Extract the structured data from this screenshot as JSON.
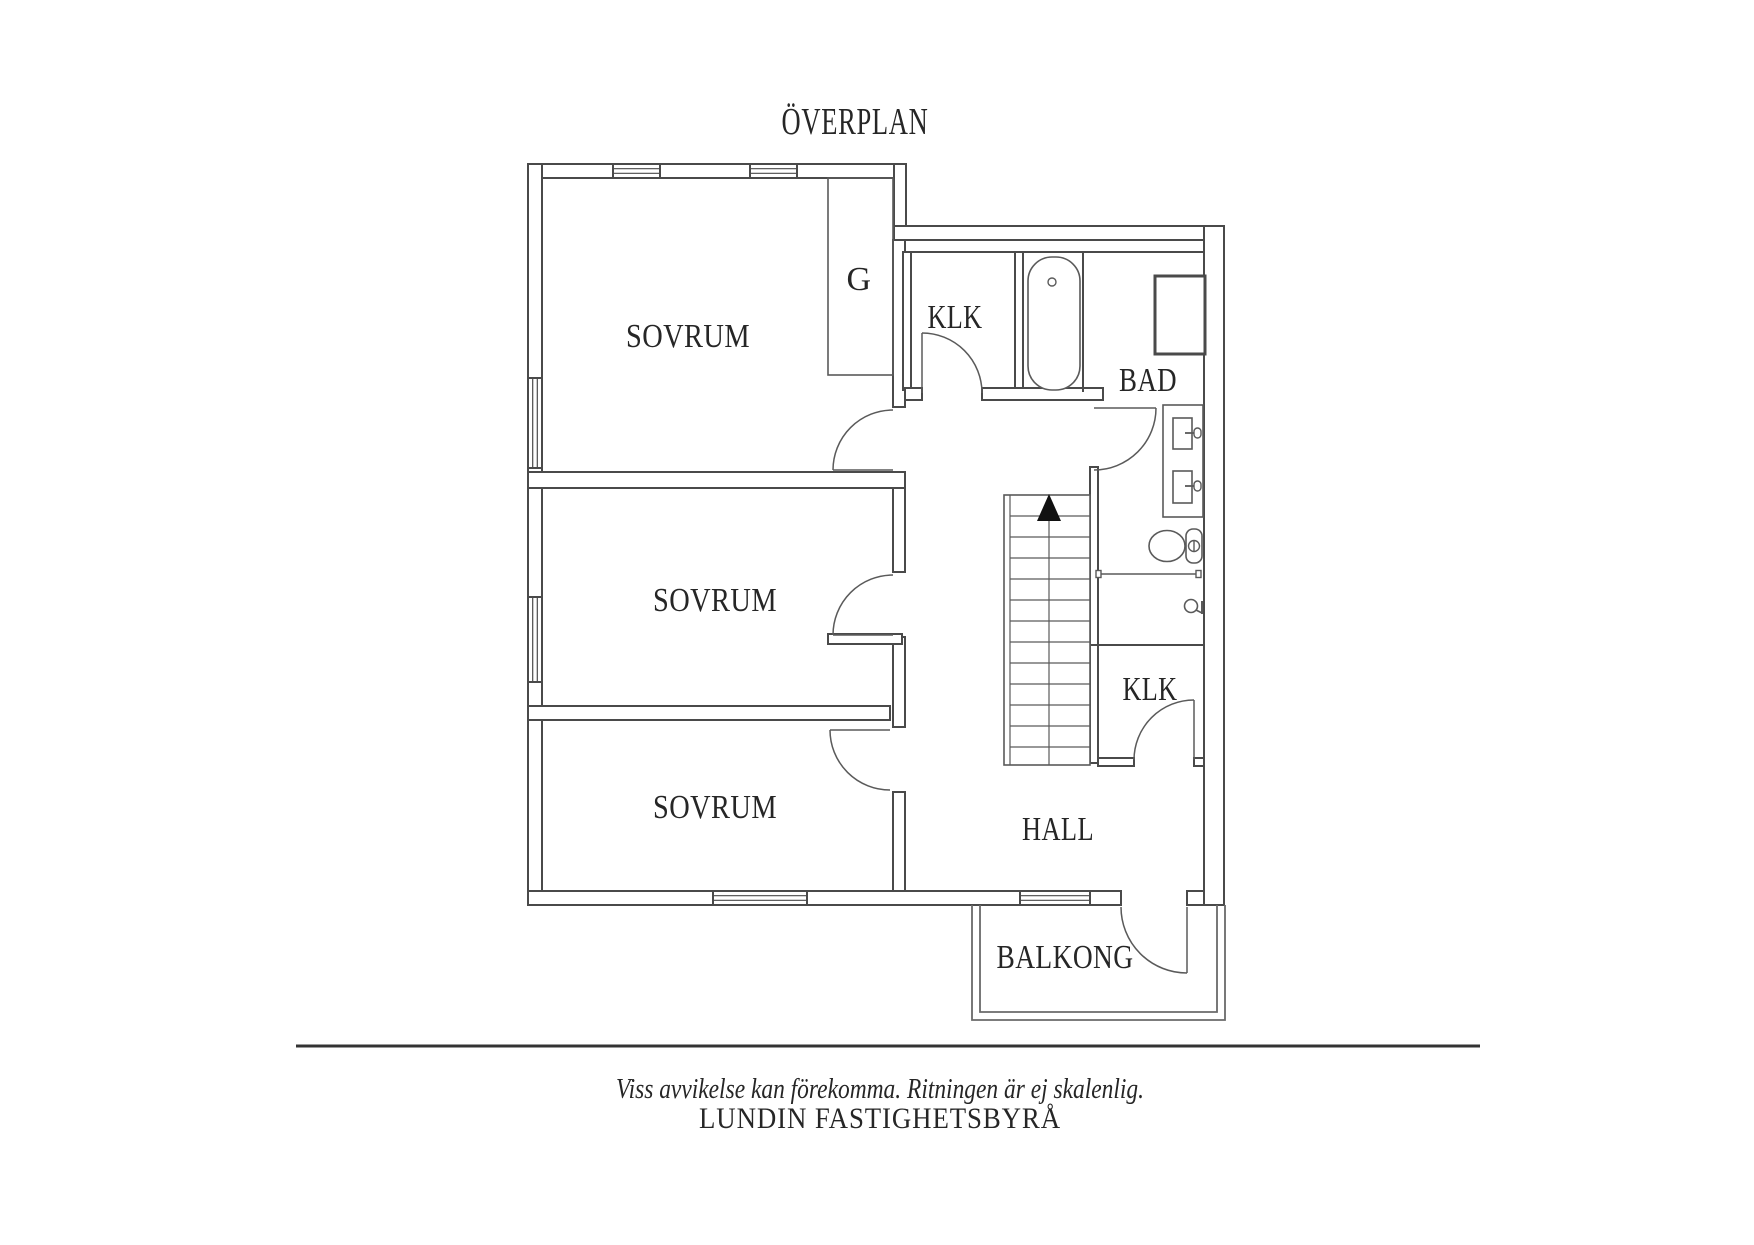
{
  "title": "ÖVERPLAN",
  "plan": {
    "rooms": [
      {
        "id": "sovrum-1",
        "label": "SOVRUM"
      },
      {
        "id": "garderob",
        "label": "G"
      },
      {
        "id": "klk-upper",
        "label": "KLK"
      },
      {
        "id": "bad",
        "label": "BAD"
      },
      {
        "id": "sovrum-2",
        "label": "SOVRUM"
      },
      {
        "id": "sovrum-3",
        "label": "SOVRUM"
      },
      {
        "id": "klk-lower",
        "label": "KLK"
      },
      {
        "id": "hall",
        "label": "HALL"
      },
      {
        "id": "balkong",
        "label": "BALKONG"
      }
    ],
    "symbols": {
      "stairs_direction": "up-arrow",
      "fixtures": [
        "bathtub",
        "double-sink-vanity",
        "toilet",
        "shower",
        "wardrobe",
        "cabinet"
      ],
      "window_count": 6,
      "door_count": 7
    }
  },
  "footer": {
    "disclaimer": "Viss avvikelse kan förekomma. Ritningen är ej skalenlig.",
    "brand": "LUNDIN FASTIGHETSBYRÅ"
  },
  "colors": {
    "background": "#ffffff",
    "wall_line": "#4a4a4a",
    "fixture_line": "#5a5a5a",
    "text": "#262626",
    "arrow_fill": "#111111"
  }
}
